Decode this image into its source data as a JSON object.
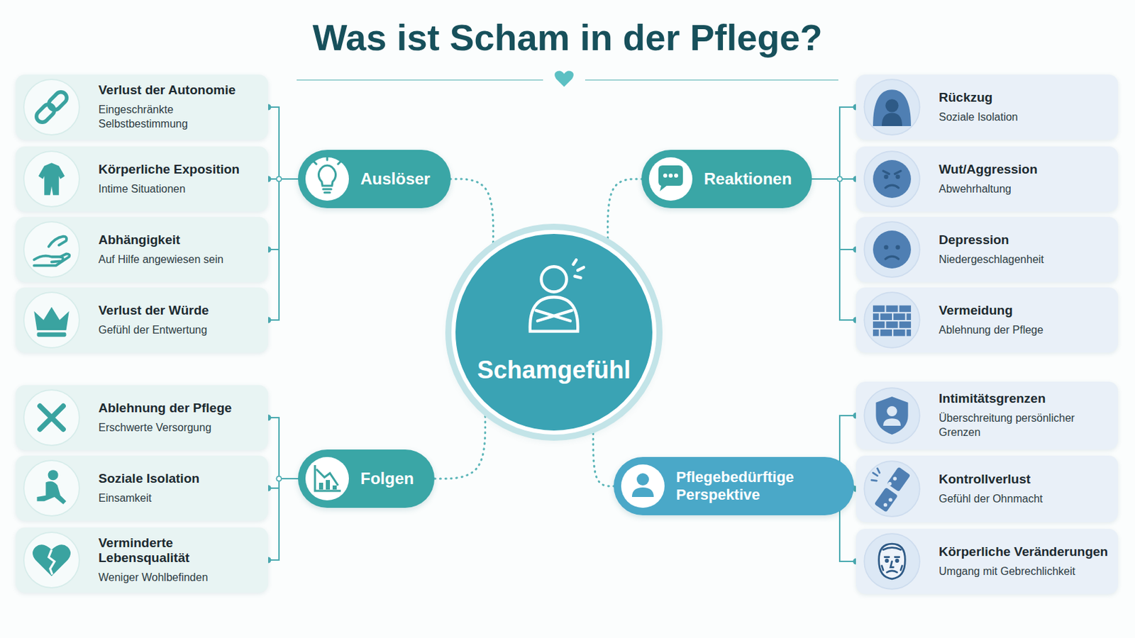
{
  "diagram": {
    "title": "Was ist Scham in der Pflege?",
    "nodes": [
      {
        "text": [
          "Schamgefühl"
        ]
      },
      {
        "text": [
          "Auslöser"
        ]
      },
      {
        "text": [
          "Verlust der Autonomie",
          "Eingeschränkte Selbstbestimmung"
        ]
      },
      {
        "text": [
          "Körperliche Exposition",
          "Intime Situationen"
        ]
      },
      {
        "text": [
          "Abhängigkeit",
          "Auf Hilfe angewiesen sein"
        ]
      },
      {
        "text": [
          "Verlust der Würde",
          "Gefühl der Entwertung"
        ]
      },
      {
        "text": [
          "Reaktionen"
        ]
      },
      {
        "text": [
          "Rückzug",
          "Soziale Isolation"
        ]
      },
      {
        "text": [
          "Wut/Aggression",
          "Abwehrhaltung"
        ]
      },
      {
        "text": [
          "Depression",
          "Niedergeschlagenheit"
        ]
      },
      {
        "text": [
          "Vermeidung",
          "Ablehnung der Pflege"
        ]
      },
      {
        "text": [
          "Folgen"
        ]
      },
      {
        "text": [
          "Ablehnung der Pflege",
          "Erschwerte Versorgung"
        ]
      },
      {
        "text": [
          "Soziale Isolation",
          "Einsamkeit"
        ]
      },
      {
        "text": [
          "Verminderte Lebensqualität",
          "Weniger Wohlbefinden"
        ]
      },
      {
        "text": [
          "Pflegebedürftige Perspektive"
        ]
      },
      {
        "text": [
          "Intimitätsgrenzen",
          "Überschreitung persönlicher Grenzen"
        ]
      },
      {
        "text": [
          "Kontrollverlust",
          "Gefühl der Ohnmacht"
        ]
      },
      {
        "text": [
          "Körperliche Veränderungen",
          "Umgang mit Gebrechlichkeit"
        ]
      }
    ],
    "edges": [
      {
        "from": 0,
        "to": 1,
        "arrow": "none"
      },
      {
        "from": 1,
        "to": 2,
        "arrow": "none"
      },
      {
        "from": 1,
        "to": 3,
        "arrow": "none"
      },
      {
        "from": 1,
        "to": 4,
        "arrow": "none"
      },
      {
        "from": 1,
        "to": 5,
        "arrow": "none"
      },
      {
        "from": 0,
        "to": 6,
        "arrow": "none"
      },
      {
        "from": 6,
        "to": 7,
        "arrow": "none"
      },
      {
        "from": 6,
        "to": 8,
        "arrow": "none"
      },
      {
        "from": 6,
        "to": 9,
        "arrow": "none"
      },
      {
        "from": 6,
        "to": 10,
        "arrow": "none"
      },
      {
        "from": 0,
        "to": 11,
        "arrow": "none"
      },
      {
        "from": 11,
        "to": 12,
        "arrow": "none"
      },
      {
        "from": 11,
        "to": 13,
        "arrow": "none"
      },
      {
        "from": 11,
        "to": 14,
        "arrow": "none"
      },
      {
        "from": 0,
        "to": 15,
        "arrow": "none"
      },
      {
        "from": 15,
        "to": 16,
        "arrow": "none"
      },
      {
        "from": 15,
        "to": 17,
        "arrow": "none"
      },
      {
        "from": 15,
        "to": 18,
        "arrow": "none"
      }
    ]
  }
}
